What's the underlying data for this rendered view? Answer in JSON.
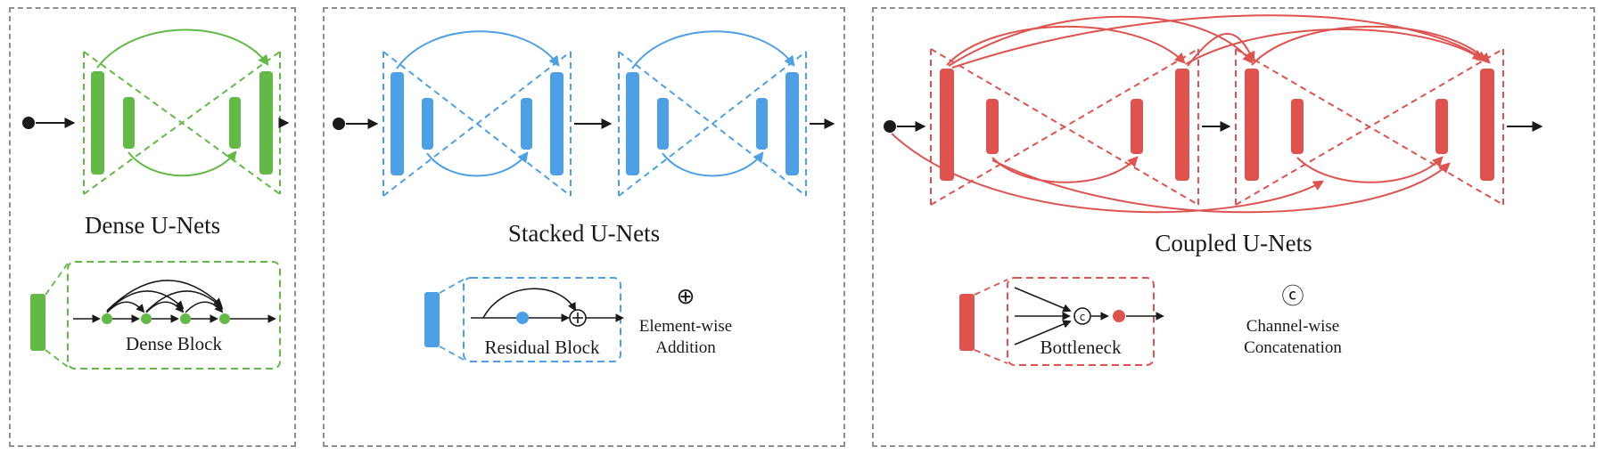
{
  "figure": {
    "panels": [
      {
        "title": "Dense U-Nets",
        "block_label": "Dense Block"
      },
      {
        "title": "Stacked U-Nets",
        "block_label": "Residual Block",
        "legend": {
          "symbol": "⊕",
          "lines": [
            "Element-wise",
            "Addition"
          ]
        }
      },
      {
        "title": "Coupled U-Nets",
        "block_label": "Bottleneck",
        "legend": {
          "symbol": "ⓒ",
          "lines": [
            "Channel-wise",
            "Concatenation"
          ]
        }
      }
    ],
    "symbols": {
      "concat_letter": "c"
    }
  },
  "colors": {
    "green": "#63b946",
    "blue": "#4d9fe6",
    "red": "#df534f",
    "border": "#8f8f8f",
    "ink": "#1a1a1a"
  }
}
